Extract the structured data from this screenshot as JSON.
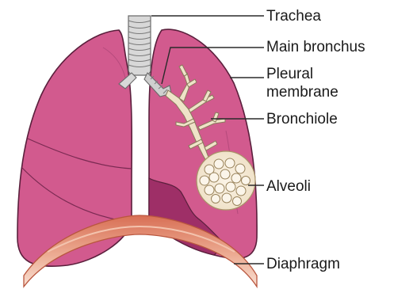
{
  "labels": {
    "trachea": "Trachea",
    "main_bronchus": "Main bronchus",
    "pleural_line1": "Pleural",
    "pleural_line2": "membrane",
    "bronchiole": "Bronchiole",
    "alveoli": "Alveoli",
    "diaphragm": "Diaphragm"
  },
  "colors": {
    "lung": "#d25a8e",
    "lung_dark": "#9e2f67",
    "lung_outline": "#5a1f3c",
    "trachea": "#d8d8d8",
    "bronchial_tree": "#efe3c8",
    "diaphragm": "#e38a6d",
    "diaphragm_light": "#f6d1c0"
  }
}
